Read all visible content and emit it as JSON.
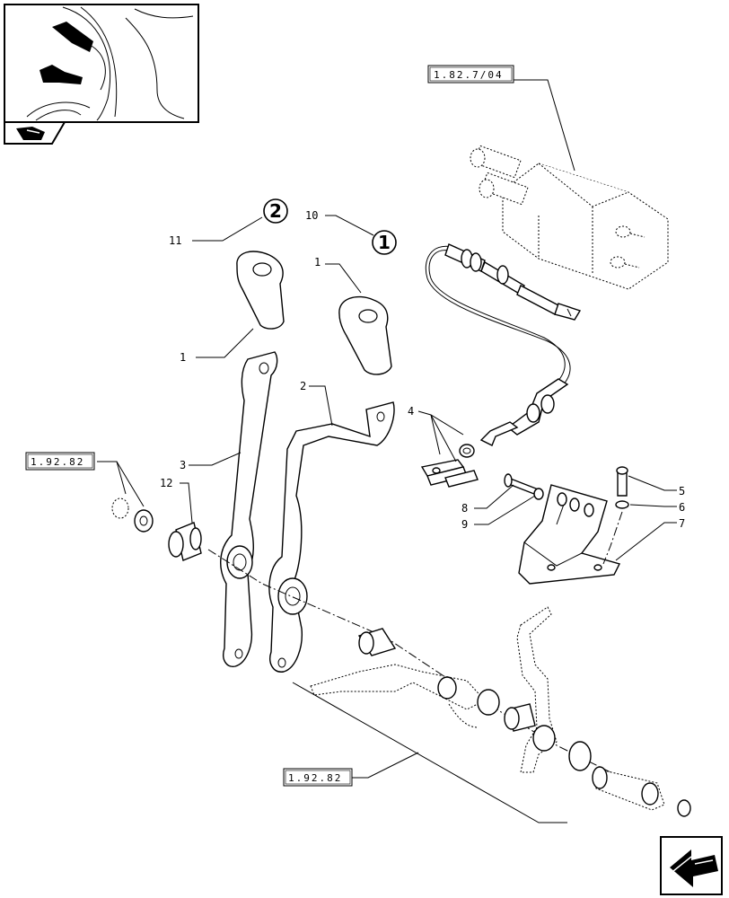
{
  "refs": {
    "top": "1.82.7/04",
    "left": "1.92.82",
    "bottom": "1.92.82"
  },
  "callouts": {
    "c1a": "1",
    "c1b": "1",
    "c2": "2",
    "c3": "3",
    "c4": "4",
    "c5": "5",
    "c6": "6",
    "c7": "7",
    "c8": "8",
    "c9": "9",
    "c10": "10",
    "c11": "11",
    "c12": "12"
  },
  "circled": {
    "one": "1",
    "two": "2"
  },
  "icons": {
    "thumbnail": "tractor-cab-levers-thumbnail",
    "book": "manual-book-icon",
    "nav": "next-page-arrow-icon"
  }
}
